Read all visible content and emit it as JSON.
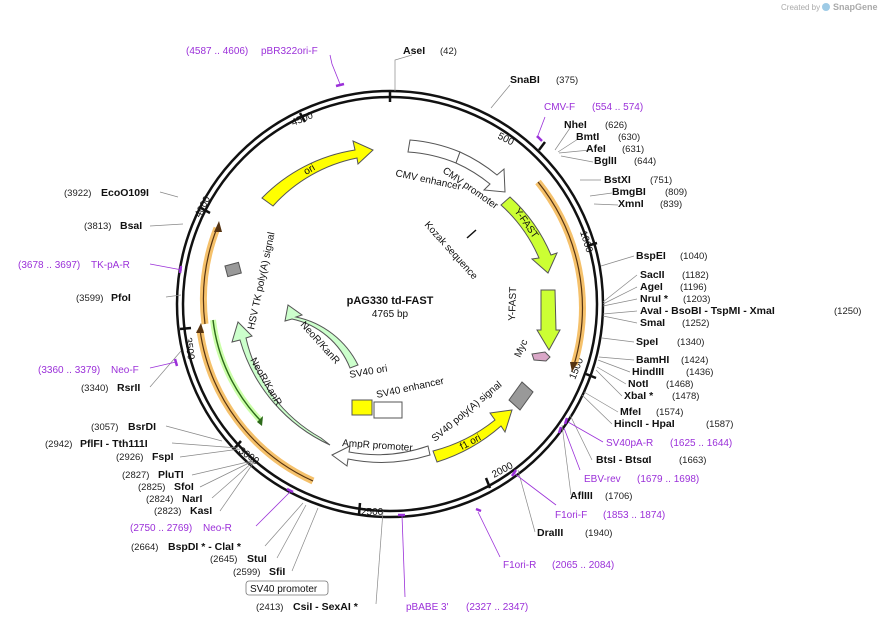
{
  "credit": {
    "created_by": "Created by",
    "app": "SnapGene"
  },
  "map": {
    "name": "pAG330 td-FAST",
    "size": "4765 bp"
  },
  "ticks": [
    "500",
    "1000",
    "1500",
    "2000",
    "2500",
    "3000",
    "3500",
    "4000",
    "4500"
  ],
  "features": {
    "cmv_enhancer": "CMV enhancer",
    "cmv_promoter": "CMV promoter",
    "kozak": "Kozak sequence",
    "yfast1": "Y-FAST",
    "yfast2": "Y-FAST",
    "myc": "Myc",
    "sv40_polya": "SV40 poly(A) signal",
    "f1_ori": "f1 ori",
    "ampr_promoter": "AmpR promoter",
    "sv40_ori": "SV40 ori",
    "sv40_enhancer": "SV40 enhancer",
    "neor1": "NeoR/KanR",
    "neor2": "NeoR/KanR",
    "hsv_tk": "HSV TK poly(A) signal",
    "ori": "ori",
    "sv40_promoter": "SV40 promoter"
  },
  "sites_right": [
    {
      "name": "AseI",
      "pos": "(42)"
    },
    {
      "name": "SnaBI",
      "pos": "(375)"
    },
    {
      "name": "NheI",
      "pos": "(626)"
    },
    {
      "name": "BmtI",
      "pos": "(630)"
    },
    {
      "name": "AfeI",
      "pos": "(631)"
    },
    {
      "name": "BglII",
      "pos": "(644)"
    },
    {
      "name": "BstXI",
      "pos": "(751)"
    },
    {
      "name": "BmgBI",
      "pos": "(809)"
    },
    {
      "name": "XmnI",
      "pos": "(839)"
    },
    {
      "name": "BspEI",
      "pos": "(1040)"
    },
    {
      "name": "SacII",
      "pos": "(1182)"
    },
    {
      "name": "AgeI",
      "pos": "(1196)"
    },
    {
      "name": "NruI *",
      "pos": "(1203)"
    },
    {
      "name": "AvaI  -  BsoBI  -  TspMI  -  XmaI",
      "pos": "(1250)"
    },
    {
      "name": "SmaI",
      "pos": "(1252)"
    },
    {
      "name": "SpeI",
      "pos": "(1340)"
    },
    {
      "name": "BamHI",
      "pos": "(1424)"
    },
    {
      "name": "HindIII",
      "pos": "(1436)"
    },
    {
      "name": "NotI",
      "pos": "(1468)"
    },
    {
      "name": "XbaI *",
      "pos": "(1478)"
    },
    {
      "name": "MfeI",
      "pos": "(1574)"
    },
    {
      "name": "HincII  -  HpaI",
      "pos": "(1587)"
    },
    {
      "name": "BtsI  -  BtsαI",
      "pos": "(1663)"
    },
    {
      "name": "AflIII",
      "pos": "(1706)"
    },
    {
      "name": "DraIII",
      "pos": "(1940)"
    }
  ],
  "sites_left": [
    {
      "name": "EcoO109I",
      "pos": "(3922)"
    },
    {
      "name": "BsaI",
      "pos": "(3813)"
    },
    {
      "name": "PfoI",
      "pos": "(3599)"
    },
    {
      "name": "RsrII",
      "pos": "(3340)"
    },
    {
      "name": "BsrDI",
      "pos": "(3057)"
    },
    {
      "name": "PflFI  -  Tth111I",
      "pos": "(2942)"
    },
    {
      "name": "FspI",
      "pos": "(2926)"
    },
    {
      "name": "PluTI",
      "pos": "(2827)"
    },
    {
      "name": "SfoI",
      "pos": "(2825)"
    },
    {
      "name": "NarI",
      "pos": "(2824)"
    },
    {
      "name": "KasI",
      "pos": "(2823)"
    },
    {
      "name": "BspDI *  -  ClaI *",
      "pos": "(2664)"
    },
    {
      "name": "StuI",
      "pos": "(2645)"
    },
    {
      "name": "SfiI",
      "pos": "(2599)"
    },
    {
      "name": "CsiI  -  SexAI *",
      "pos": "(2413)"
    }
  ],
  "primers": [
    {
      "name": "pBR322ori-F",
      "range": "(4587 .. 4606)"
    },
    {
      "name": "CMV-F",
      "range": "(554 .. 574)"
    },
    {
      "name": "SV40pA-R",
      "range": "(1625 .. 1644)"
    },
    {
      "name": "EBV-rev",
      "range": "(1679 .. 1698)"
    },
    {
      "name": "F1ori-F",
      "range": "(1853 .. 1874)"
    },
    {
      "name": "F1ori-R",
      "range": "(2065 .. 2084)"
    },
    {
      "name": "pBABE 3'",
      "range": "(2327 .. 2347)"
    },
    {
      "name": "Neo-R",
      "range": "(2750 .. 2769)"
    },
    {
      "name": "Neo-F",
      "range": "(3360 .. 3379)"
    },
    {
      "name": "TK-pA-R",
      "range": "(3678 .. 3697)"
    }
  ],
  "colors": {
    "backbone": "#111111",
    "primer": "#9b30d9",
    "yfast": "#ccff33",
    "ori": "#ffff00",
    "neor": "#ccffcc",
    "orf": "#f5c16b",
    "terminator": "#999999",
    "myc": "#d9a7c7"
  }
}
